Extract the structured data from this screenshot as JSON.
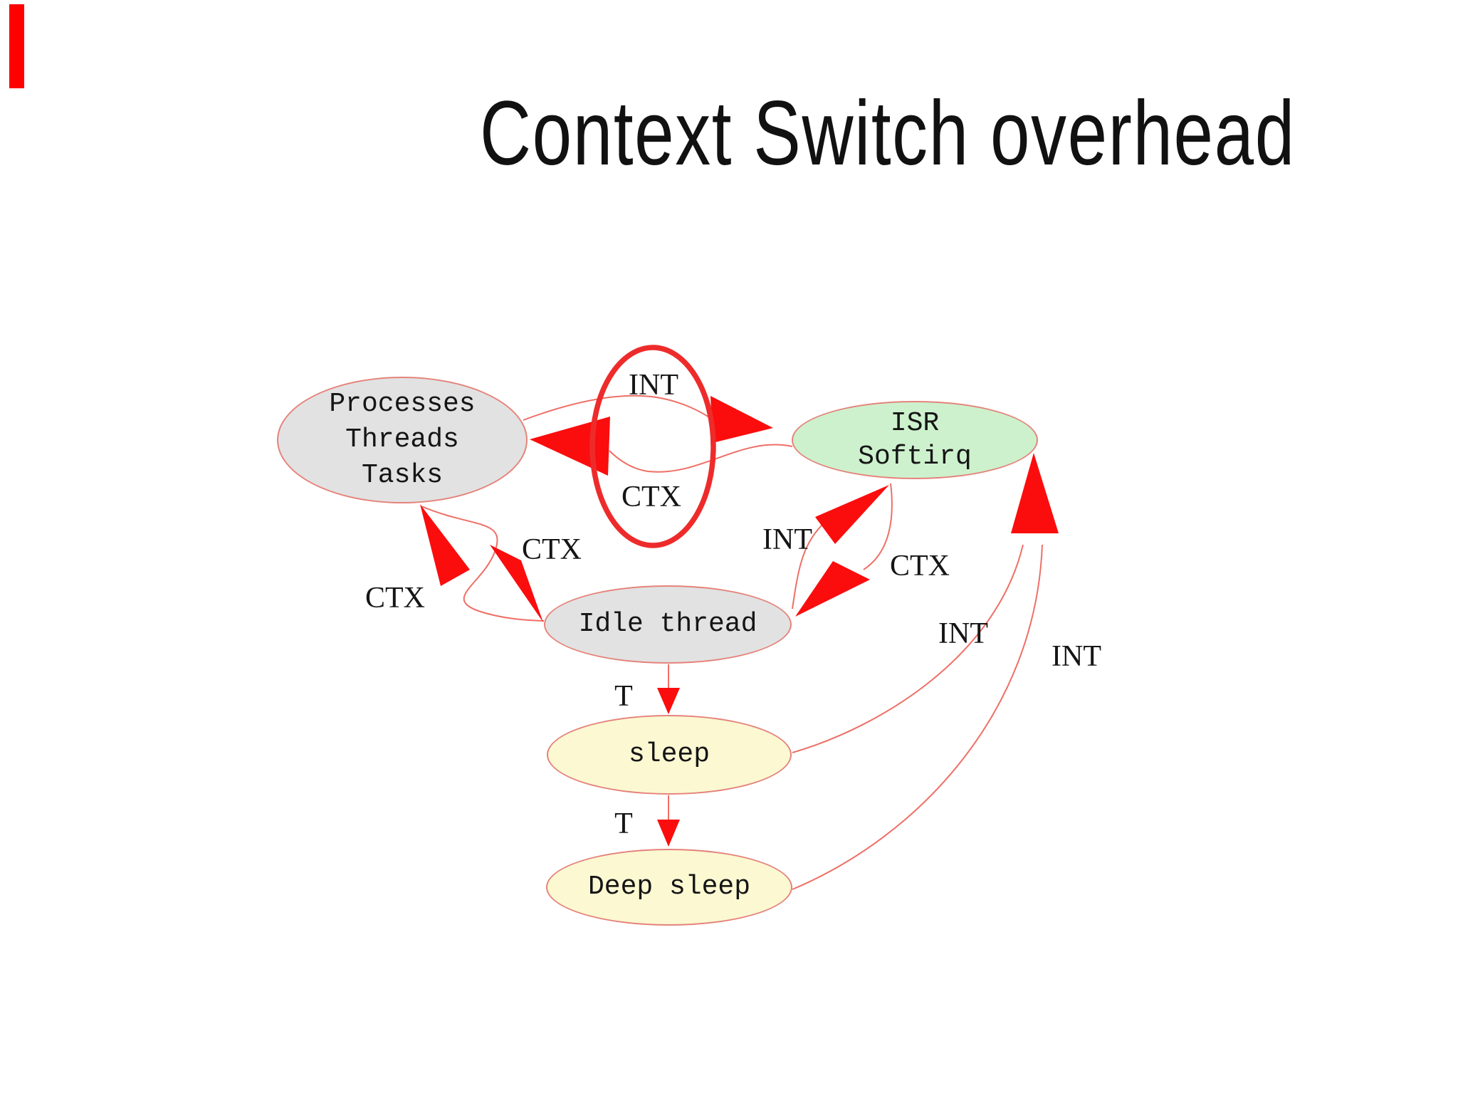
{
  "marker": {
    "color": "#fe0000"
  },
  "slide": {
    "title": "Context Switch overhead"
  },
  "diagram": {
    "nodes": [
      {
        "id": "processes-threads-tasks",
        "lines": [
          "Processes",
          "Threads",
          "Tasks"
        ],
        "fill": "#e2e2e2"
      },
      {
        "id": "isr-softirq",
        "lines": [
          "ISR",
          "Softirq"
        ],
        "fill": "#cdf1cd"
      },
      {
        "id": "idle-thread",
        "lines": [
          "Idle thread"
        ],
        "fill": "#e2e2e2"
      },
      {
        "id": "sleep",
        "lines": [
          "sleep"
        ],
        "fill": "#fbf8d2"
      },
      {
        "id": "deep-sleep",
        "lines": [
          "Deep sleep"
        ],
        "fill": "#fbf8d2"
      }
    ],
    "edge_labels": [
      {
        "id": "int-processes-to-isr",
        "text": "INT"
      },
      {
        "id": "ctx-isr-to-processes",
        "text": "CTX"
      },
      {
        "id": "ctx-processes-to-idle",
        "text": "CTX"
      },
      {
        "id": "ctx-idle-to-processes",
        "text": "CTX"
      },
      {
        "id": "int-idle-to-isr",
        "text": "INT"
      },
      {
        "id": "ctx-isr-to-idle",
        "text": "CTX"
      },
      {
        "id": "int-sleep-to-isr",
        "text": "INT"
      },
      {
        "id": "int-deep-sleep-to-isr",
        "text": "INT"
      },
      {
        "id": "t-idle-to-sleep",
        "text": "T"
      },
      {
        "id": "t-sleep-to-deep-sleep",
        "text": "T"
      }
    ],
    "colors": {
      "edge_line": "#ee6f66",
      "arrow": "#fb0d0d",
      "highlight_ellipse": "#ee2b2b",
      "node_border": "#e5837b",
      "text": "#151515"
    }
  }
}
